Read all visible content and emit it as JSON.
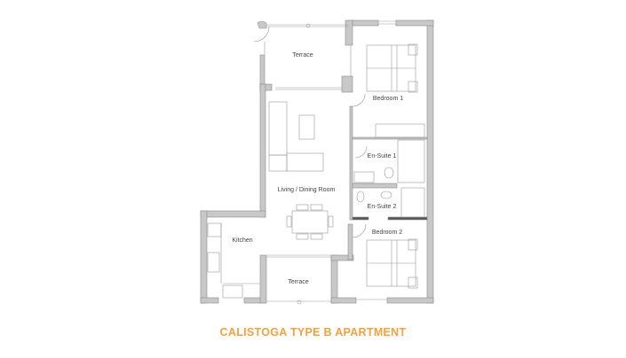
{
  "title": "CALISTOGA TYPE B APARTMENT",
  "colors": {
    "title": "#F2A23A",
    "wall_fill": "#C8C8C8",
    "wall_stroke": "#8A8A8A",
    "line": "#9A9A9A",
    "background": "#FFFFFF"
  },
  "rooms": {
    "terrace_top": "Terrace",
    "bedroom_1": "Bedroom 1",
    "ensuite_1": "En-Suite 1",
    "living_dining": "Living / Dining Room",
    "ensuite_2": "En-Suite 2",
    "kitchen": "Kitchen",
    "bedroom_2": "Bedroom 2",
    "terrace_bottom": "Terrace"
  }
}
